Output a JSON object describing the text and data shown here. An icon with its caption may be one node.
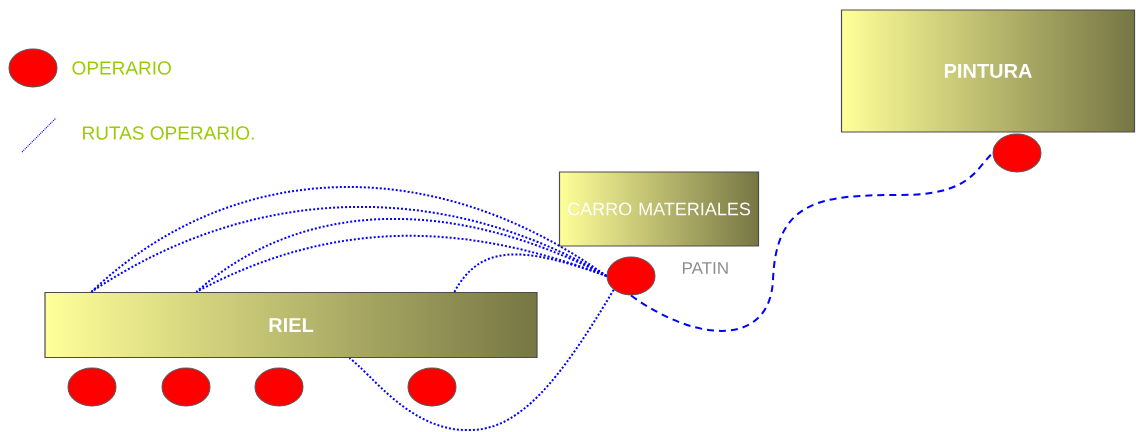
{
  "diagram": {
    "nodes": [
      {
        "text": [
          "PINTURA"
        ]
      },
      {
        "text": [],
        "shape": "circle"
      },
      {
        "text": [
          "CARRO MATERIALES"
        ]
      },
      {
        "text": [],
        "shape": "circle"
      },
      {
        "text": [
          "RIEL"
        ]
      },
      {
        "text": [],
        "shape": "circle"
      },
      {
        "text": [],
        "shape": "circle"
      },
      {
        "text": [],
        "shape": "circle"
      },
      {
        "text": [],
        "shape": "circle"
      }
    ],
    "edges": [
      {
        "from": 3,
        "to": 4,
        "arrow": "none"
      },
      {
        "from": 3,
        "to": 4,
        "arrow": "none"
      },
      {
        "from": 3,
        "to": 4,
        "arrow": "none"
      },
      {
        "from": 3,
        "to": 4,
        "arrow": "none"
      },
      {
        "from": 3,
        "to": 4,
        "arrow": "none"
      },
      {
        "from": 3,
        "to": 4,
        "arrow": "none"
      },
      {
        "from": 3,
        "to": 1,
        "arrow": "none",
        "style": "dashed"
      }
    ],
    "labels": [
      "PATIN"
    ],
    "legend": [
      {
        "text": "OPERARIO"
      },
      {
        "text": "RUTAS OPERARIO."
      }
    ]
  }
}
